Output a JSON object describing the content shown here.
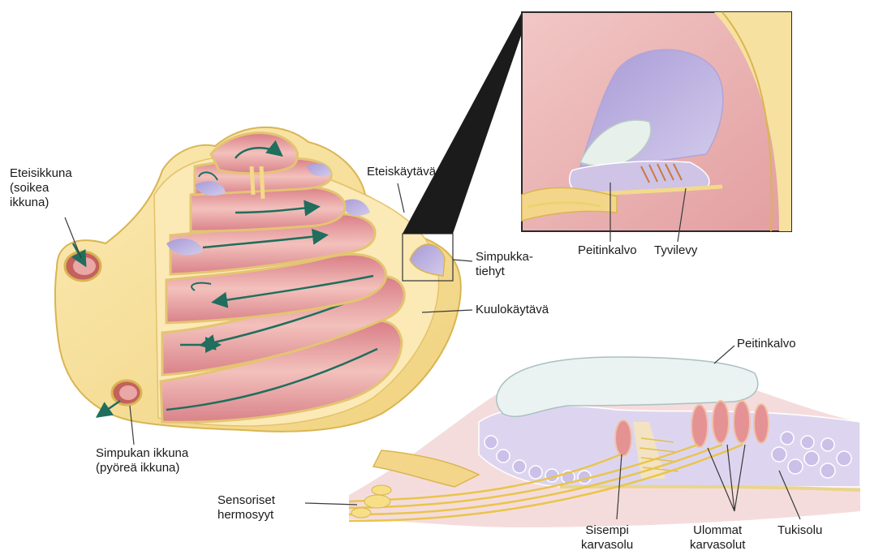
{
  "labels": {
    "eteisikkuna": [
      "Eteisikkuna",
      "(soikea",
      "ikkuna)"
    ],
    "eteiskaytava": "Eteiskäytävä",
    "simpukkatiehyt": [
      "Simpukka-",
      "tiehyt"
    ],
    "kuulokaytava": "Kuulokäytävä",
    "simpukan_ikkuna": [
      "Simpukan ikkuna",
      "(pyöreä ikkuna)"
    ],
    "peitinkalvo_top": "Peitinkalvo",
    "tyvilevy": "Tyvilevy",
    "peitinkalvo_bottom": "Peitinkalvo",
    "sensoriset_hermosyyt": [
      "Sensoriset",
      "hermosyyt"
    ],
    "sisempi_karvasolu": [
      "Sisempi",
      "karvasolu"
    ],
    "ulommat_karvasolut": [
      "Ulommat",
      "karvasolut"
    ],
    "tukisolu": "Tukisolu"
  },
  "colors": {
    "bone": "#f6e3a0",
    "bone_edge": "#d9b552",
    "tissue": "#e9a7a6",
    "tissue_dark": "#c9707a",
    "membrane": "#bdb2dc",
    "membrane_dark": "#8d7fc0",
    "tectorial": "#e8f0f0",
    "arrow": "#1f6e5e",
    "leader": "#3a3a3a"
  }
}
